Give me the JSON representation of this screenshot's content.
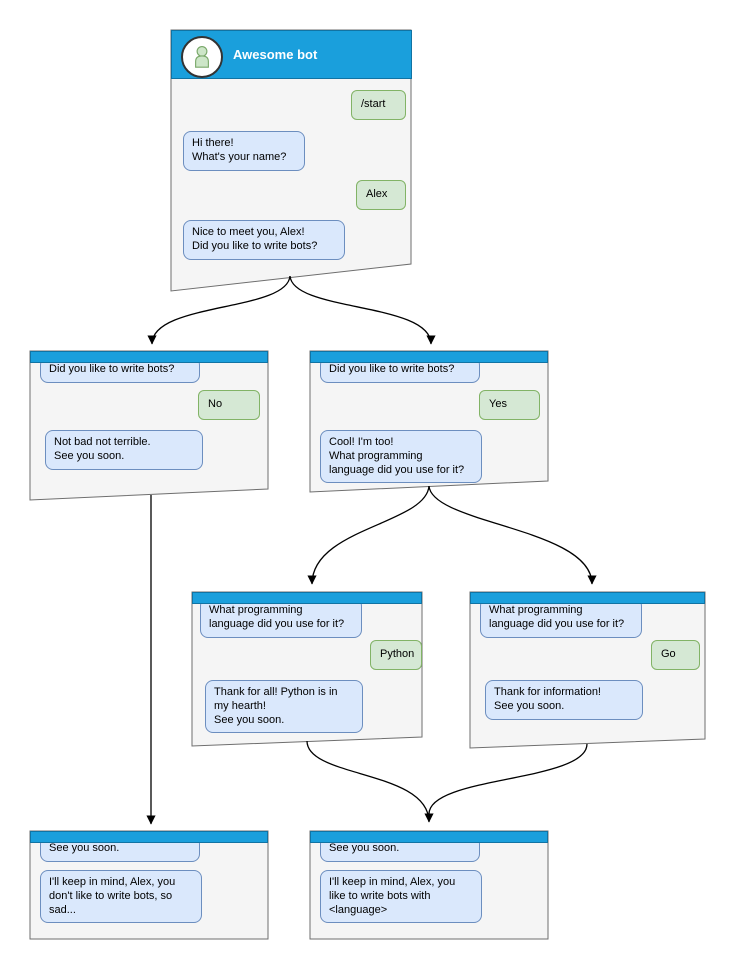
{
  "colors": {
    "header_blue": "#1a9fdc",
    "header_border": "#1173a3",
    "window_fill": "#f5f5f5",
    "window_border": "#6e6e6e",
    "bot_bubble_fill": "#dae8fc",
    "bot_bubble_border": "#6c8ebf",
    "user_bubble_fill": "#d5e8d4",
    "user_bubble_border": "#82b366",
    "arrow_color": "#000000"
  },
  "windows": {
    "start": {
      "title": "Awesome bot",
      "avatar_icon": "person-icon",
      "messages": {
        "start_cmd": "/start",
        "greeting": "Hi there!\nWhat's your name?",
        "name_reply": "Alex",
        "nice": "Nice to meet you, Alex!\nDid you like to write bots?"
      }
    },
    "no_branch": {
      "question": "Did you like to write bots?",
      "answer": "No",
      "reply": "Not bad not terrible.\nSee you soon."
    },
    "yes_branch": {
      "question": "Did you like to write bots?",
      "answer": "Yes",
      "reply": "Cool! I'm too!\nWhat programming\nlanguage did you use for it?"
    },
    "python_branch": {
      "question": "What programming\nlanguage did you use for it?",
      "answer": "Python",
      "reply": "Thank for all! Python is in\nmy hearth!\nSee you soon."
    },
    "go_branch": {
      "question": "What programming\nlanguage did you use for it?",
      "answer": "Go",
      "reply": "Thank for information!\nSee you soon."
    },
    "end_no": {
      "question": "See you soon.",
      "reply": "I'll keep in mind, Alex, you\ndon't like to write bots, so\nsad..."
    },
    "end_yes": {
      "question": "See you soon.",
      "reply": "I'll keep in mind, Alex, you\nlike to write bots with\n<language>"
    }
  }
}
